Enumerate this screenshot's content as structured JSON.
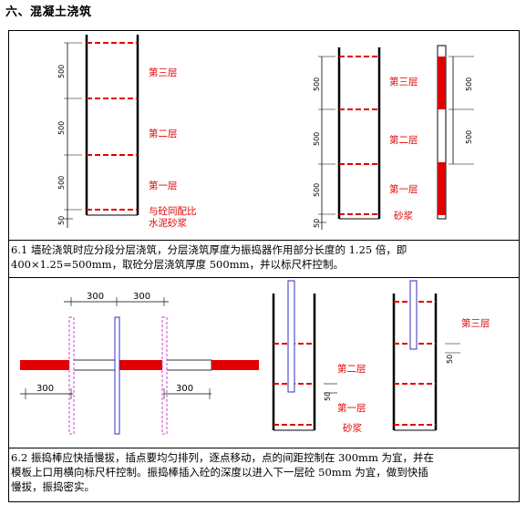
{
  "section_title": "六、混凝土浇筑",
  "figure1": {
    "left": {
      "layers": [
        "第三层",
        "第二层",
        "第一层"
      ],
      "mortar_note_line1": "与砼同配比",
      "mortar_note_line2": "水泥砂浆",
      "dims": [
        "500",
        "500",
        "500",
        "50"
      ]
    },
    "right": {
      "layers": [
        "第三层",
        "第二层",
        "第一层"
      ],
      "mortar": "砂浆",
      "dims": [
        "500",
        "500",
        "500",
        "50"
      ],
      "rod_dims": [
        "500",
        "500"
      ]
    }
  },
  "caption1_line1": "6.1 墙砼浇筑时应分段分层浇筑，分层浇筑厚度为振捣器作用部分长度的 1.25 倍，即",
  "caption1_line2": "400×1.25=500mm，取砼分层浇筑厚度 500mm，并以标尺杆控制。",
  "figure2": {
    "spacing_top": [
      "300",
      "300"
    ],
    "spacing_bottom": [
      "300",
      "300"
    ],
    "mid": {
      "layers": [
        "第二层",
        "第一层"
      ],
      "mortar": "砂浆",
      "dim": "50"
    },
    "right": {
      "layers": [
        "第三层"
      ],
      "dim": "50"
    }
  },
  "caption2_line1": "6.2 振捣棒应快插慢拔，插点要均匀排列，逐点移动，点的间距控制在 300mm 为宜，并在",
  "caption2_line2": "模板上口用横向标尺杆控制。振捣棒插入砼的深度以进入下一层砼 50mm 为宜，做到快插",
  "caption2_line3": "慢拔，振捣密实。"
}
